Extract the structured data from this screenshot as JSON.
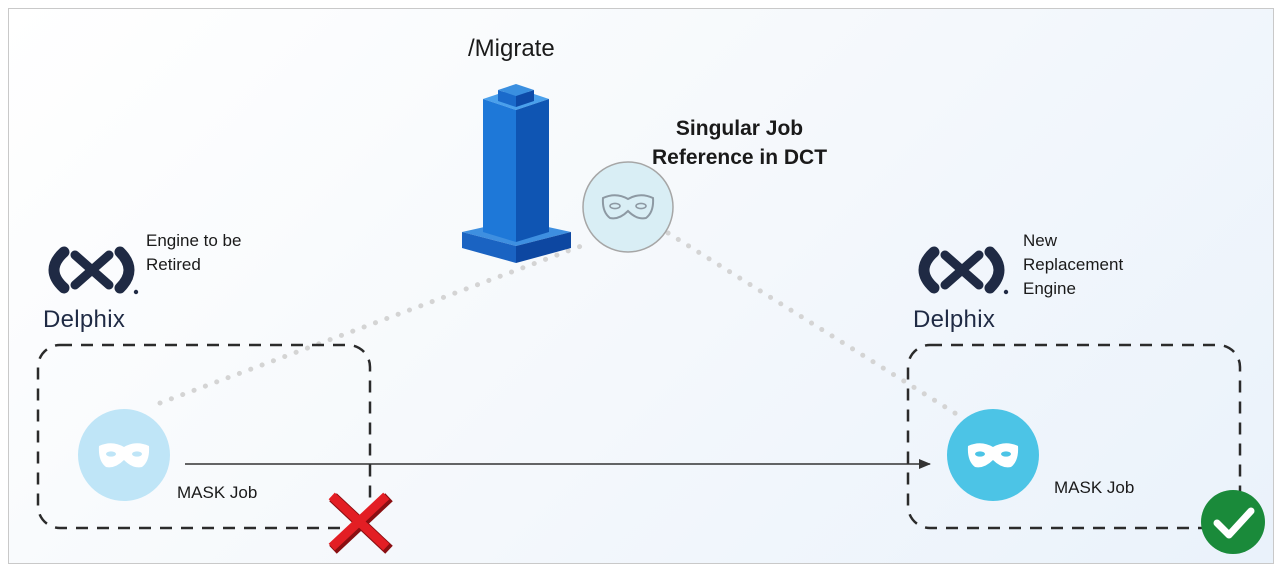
{
  "title": "/Migrate",
  "dct": {
    "line1": "Singular Job",
    "line2": "Reference in DCT"
  },
  "old_engine": {
    "brand": "Delphix",
    "line1": "Engine to be",
    "line2": "Retired",
    "job_label": "MASK Job",
    "status_icon": "red-x-icon"
  },
  "new_engine": {
    "brand": "Delphix",
    "line1": "New",
    "line2": "Replacement",
    "line3": "Engine",
    "job_label": "MASK Job",
    "status_icon": "green-check-icon"
  },
  "colors": {
    "building_blue": "#1565c0",
    "mask_light": "#bfe5f7",
    "mask_dark": "#4cc4e6",
    "dct_circle": "#d9eef5",
    "brand_navy": "#1f2a44",
    "cross_red": "#e31e24",
    "check_green": "#1a8a3a"
  }
}
